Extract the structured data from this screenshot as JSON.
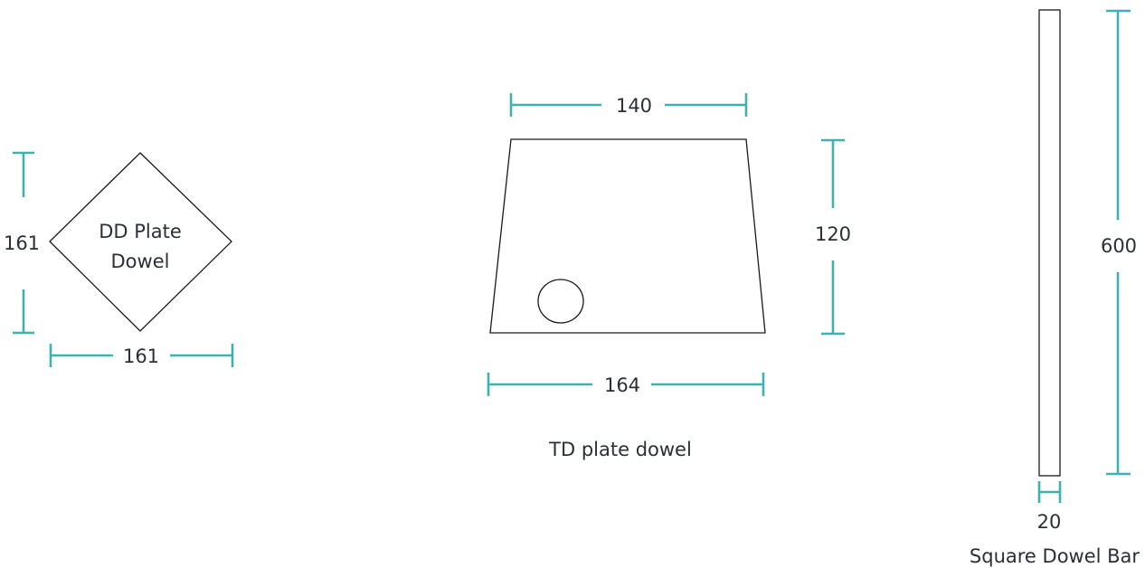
{
  "colors": {
    "dimension": "#3fb2b0",
    "outline": "#1a1a1a",
    "text": "#2b2f36",
    "background": "#ffffff"
  },
  "dd_plate": {
    "name_line1": "DD Plate",
    "name_line2": "Dowel",
    "height_label": "161",
    "width_label": "161"
  },
  "td_plate": {
    "caption": "TD plate dowel",
    "top_width_label": "140",
    "bottom_width_label": "164",
    "height_label": "120"
  },
  "square_bar": {
    "caption": "Square Dowel Bar",
    "length_label": "600",
    "width_label": "20"
  }
}
